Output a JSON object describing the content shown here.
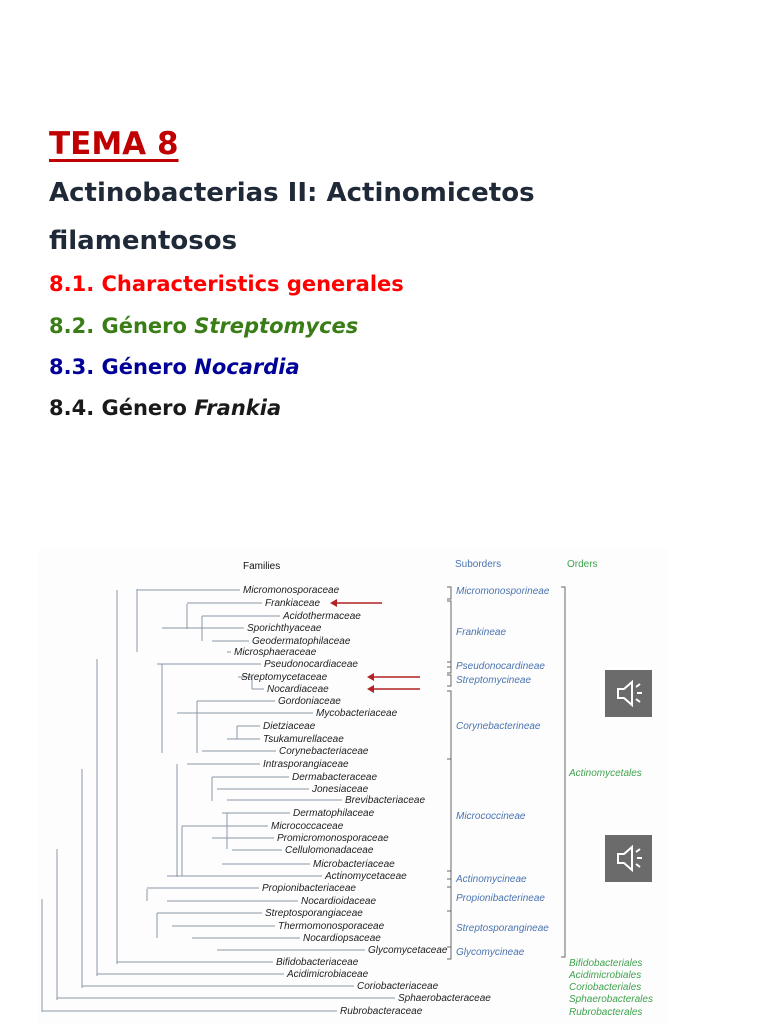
{
  "title": "TEMA 8",
  "subtitle_line1": "Actinobacterias II: Actinomicetos",
  "subtitle_line2": "filamentosos",
  "items": [
    {
      "prefix": "8.1. Characteristics generales",
      "em": "",
      "color": "#ff0000"
    },
    {
      "prefix": "8.2. Género ",
      "em": "Streptomyces",
      "color": "#3a7d16"
    },
    {
      "prefix": "8.3. Género ",
      "em": "Nocardia",
      "color": "#000099"
    },
    {
      "prefix": "8.4. Género ",
      "em": "Frankia",
      "color": "#1a1a1a"
    }
  ],
  "figure": {
    "headers": {
      "families": "Families",
      "suborders": "Suborders",
      "orders": "Orders"
    },
    "families": [
      "Micromonosporaceae",
      "Frankiaceae",
      "Acidothermaceae",
      "Sporichthyaceae",
      "Geodermatophilaceae",
      "Microsphaeraceae",
      "Pseudonocardiaceae",
      "Streptomycetaceae",
      "Nocardiaceae",
      "Gordoniaceae",
      "Mycobacteriaceae",
      "Dietziaceae",
      "Tsukamurellaceae",
      "Corynebacteriaceae",
      "Intrasporangiaceae",
      "Dermabacteraceae",
      "Jonesiaceae",
      "Brevibacteriaceae",
      "Dermatophilaceae",
      "Micrococcaceae",
      "Promicromonosporaceae",
      "Cellulomonadaceae",
      "Microbacteriaceae",
      "Actinomycetaceae",
      "Propionibacteriaceae",
      "Nocardioidaceae",
      "Streptosporangiaceae",
      "Thermomonosporaceae",
      "Nocardiopsaceae",
      "Glycomycetaceae",
      "Bifidobacteriaceae",
      "Acidimicrobiaceae",
      "Coriobacteriaceae",
      "Sphaerobacteraceae",
      "Rubrobacteraceae"
    ],
    "suborders": [
      "Micromonosporineae",
      "Frankineae",
      "Pseudonocardineae",
      "Streptomycineae",
      "Corynebacterineae",
      "Micrococcineae",
      "Actinomycineae",
      "Propionibacterineae",
      "Streptosporangineae",
      "Glycomycineae"
    ],
    "orders": [
      "Actinomycetales",
      "Bifidobacteriales",
      "Acidimicrobiales",
      "Coriobacteriales",
      "Sphaerobacterales",
      "Rubrobacterales"
    ],
    "arrow_color": "#b22222",
    "speaker_icons": [
      "speaker-icon",
      "speaker-icon"
    ]
  }
}
